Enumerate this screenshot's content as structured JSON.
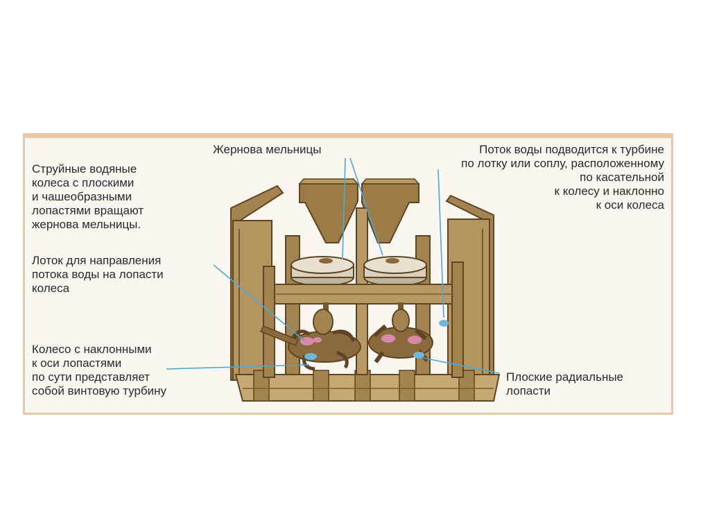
{
  "labels": {
    "millstones": "Жернова мельницы",
    "water_flow": "Поток воды подводится к турбине\nпо лотку или соплу,  расположенному\nпо касательной\nк колесу и наклонно\nк оси колеса",
    "jet_wheels": "Струйные водяные\nколеса с плоскими\nи чашеобразными\nлопастями вращают\nжернова мельницы.",
    "chute": "Лоток для направления\nпотока воды на лопасти\nколеса",
    "inclined_wheel": "Колесо с наклонными\nк оси лопастями\nпо сути представляет\nсобой винтовую турбину",
    "radial_blades": "Плоские радиальные\nлопасти"
  },
  "colors": {
    "panel_bg": "#fbf6ef",
    "panel_border": "#e7c8a9",
    "wood": "#8a6a3c",
    "wood_dark": "#5e4422",
    "wood_light": "#b89a66",
    "stone": "#d9cfbd",
    "pointer": "#4aa8d8",
    "blade_pink": "#d98aa8"
  }
}
